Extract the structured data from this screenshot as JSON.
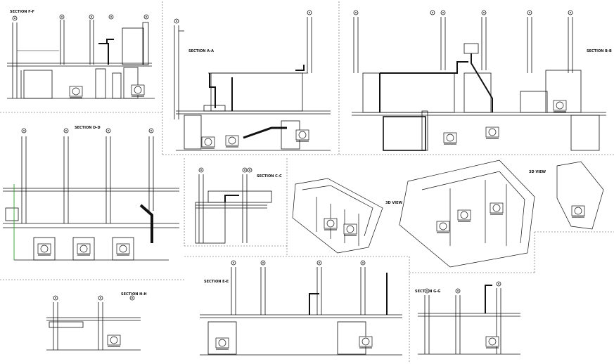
{
  "drawing": {
    "sections": [
      {
        "id": "ff",
        "title": "SECTION F-F"
      },
      {
        "id": "aa",
        "title": "SECTION A-A"
      },
      {
        "id": "bb",
        "title": "SECTION B-B"
      },
      {
        "id": "dd",
        "title": "SECTION D-D"
      },
      {
        "id": "cc",
        "title": "SECTION C-C"
      },
      {
        "id": "iso1",
        "title": "3D VIEW"
      },
      {
        "id": "iso2",
        "title": "3D VIEW"
      },
      {
        "id": "hh",
        "title": "SECTION H-H"
      },
      {
        "id": "ee",
        "title": "SECTION E-E"
      },
      {
        "id": "gg",
        "title": "SECTION G-G"
      }
    ]
  },
  "colors": {
    "line": "#111111",
    "accent": "#2a9d2a",
    "paper": "#ffffff"
  }
}
